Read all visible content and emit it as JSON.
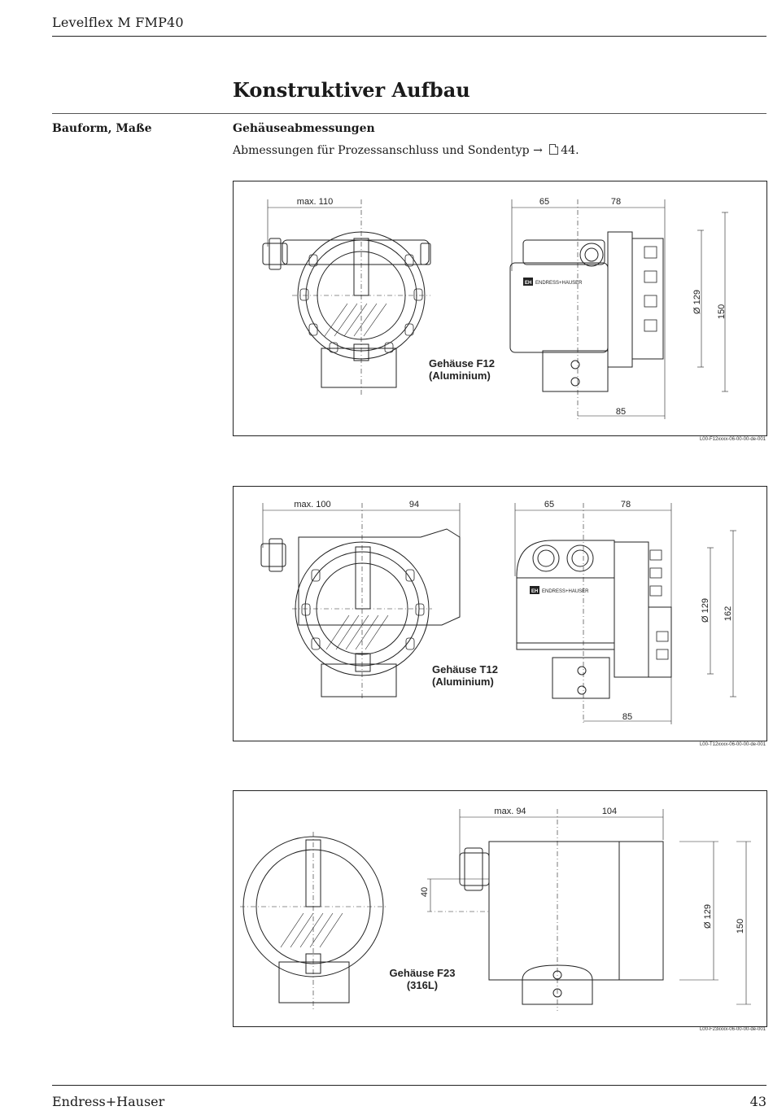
{
  "header": {
    "title": "Levelflex M FMP40"
  },
  "section": {
    "title": "Konstruktiver Aufbau"
  },
  "sidebar": {
    "label": "Bauform, Maße"
  },
  "content": {
    "subtitle": "Gehäuseabmessungen",
    "text_before": "Abmessungen für Prozessanschluss und Sondentyp",
    "arrow": "→",
    "page_ref": "44."
  },
  "figures": [
    {
      "caption_line1": "Gehäuse F12",
      "caption_line2": "(Aluminium)",
      "code": "L00-F12xxxx-06-00-00-de-001",
      "brand": "ENDRESS+HAUSER",
      "logo": "EH",
      "dim_width": "max. 110",
      "dim_a": "65",
      "dim_b": "78",
      "dim_diam": "Ø 129",
      "dim_height": "150",
      "dim_depth": "85"
    },
    {
      "caption_line1": "Gehäuse T12",
      "caption_line2": "(Aluminium)",
      "code": "L00-T12xxxx-06-00-00-de-001",
      "brand": "ENDRESS+HAUSER",
      "logo": "EH",
      "dim_width": "max. 100",
      "dim_extra": "94",
      "dim_a": "65",
      "dim_b": "78",
      "dim_diam": "Ø 129",
      "dim_height": "162",
      "dim_depth": "85"
    },
    {
      "caption_line1": "Gehäuse F23",
      "caption_line2": "(316L)",
      "code": "L00-F23xxxx-06-00-00-de-001",
      "dim_width": "max. 94",
      "dim_b": "104",
      "dim_offset": "40",
      "dim_diam": "Ø 129",
      "dim_height": "150"
    }
  ],
  "footer": {
    "company": "Endress+Hauser",
    "page": "43"
  }
}
